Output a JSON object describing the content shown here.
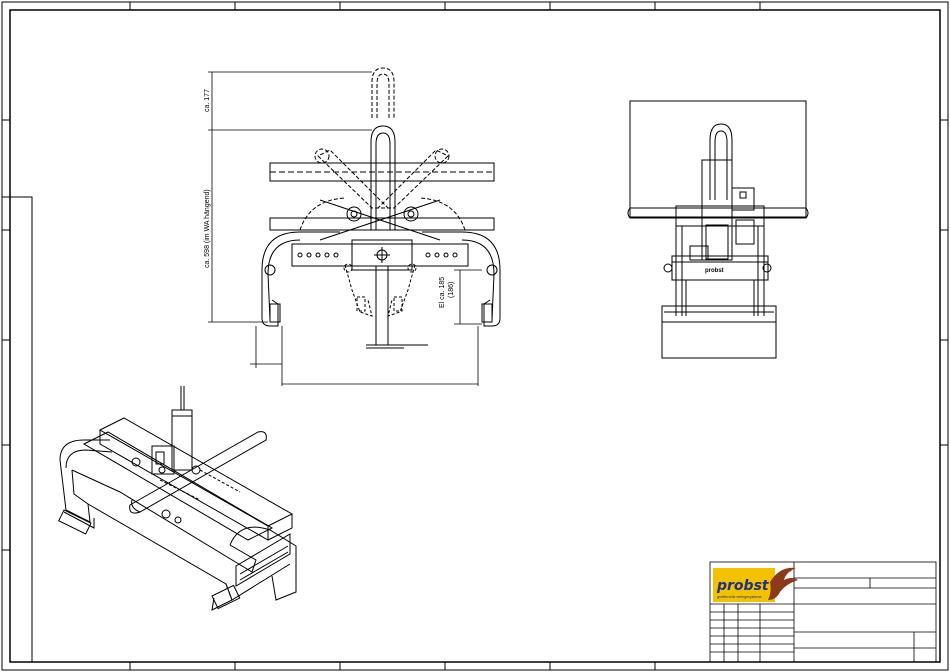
{
  "drawing": {
    "dimensions": {
      "top_height": "ca. 177",
      "total_height": "ca. 598 (im WA hängend)",
      "clamp_range": "El ca. 185",
      "clamp_min": "(186)"
    },
    "product_label": "probst"
  },
  "title_block": {
    "logo_text": "probst",
    "logo_subtitle": "greiftechnik verlegesysteme"
  },
  "colors": {
    "line": "#000000",
    "logo_blue": "#1f2f8a",
    "logo_yellow": "#f2c200",
    "bird_brown": "#8b3a1a"
  }
}
